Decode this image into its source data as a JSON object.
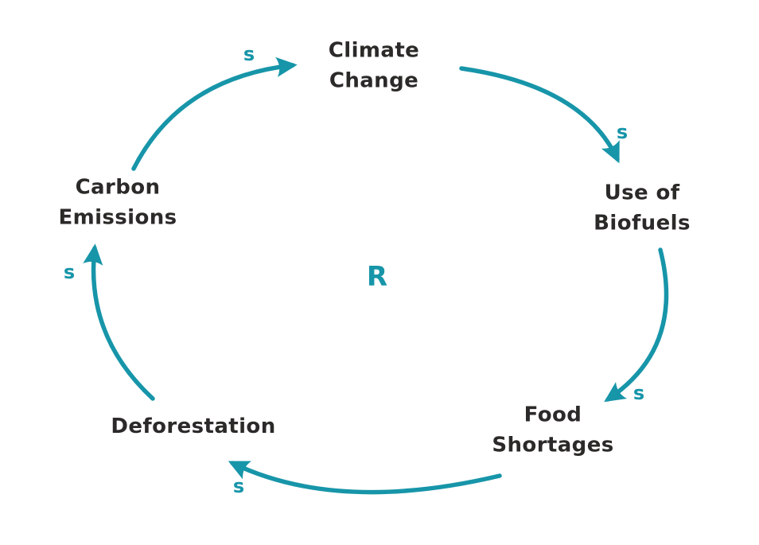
{
  "diagram": {
    "type": "causal-loop-diagram",
    "loop_label": "R",
    "loop_type": "reinforcing",
    "colors": {
      "accent": "#1795A9",
      "text": "#2b2a28",
      "background": "#ffffff"
    },
    "nodes": [
      {
        "id": "climate-change",
        "label": "Climate\nChange"
      },
      {
        "id": "use-of-biofuels",
        "label": "Use of\nBiofuels"
      },
      {
        "id": "food-shortages",
        "label": "Food\nShortages"
      },
      {
        "id": "deforestation",
        "label": "Deforestation"
      },
      {
        "id": "carbon-emissions",
        "label": "Carbon\nEmissions"
      }
    ],
    "links": [
      {
        "from": "Climate Change",
        "to": "Use of Biofuels",
        "polarity": "s"
      },
      {
        "from": "Use of Biofuels",
        "to": "Food Shortages",
        "polarity": "s"
      },
      {
        "from": "Food Shortages",
        "to": "Deforestation",
        "polarity": "s"
      },
      {
        "from": "Deforestation",
        "to": "Carbon Emissions",
        "polarity": "s"
      },
      {
        "from": "Carbon Emissions",
        "to": "Climate Change",
        "polarity": "s"
      }
    ]
  }
}
